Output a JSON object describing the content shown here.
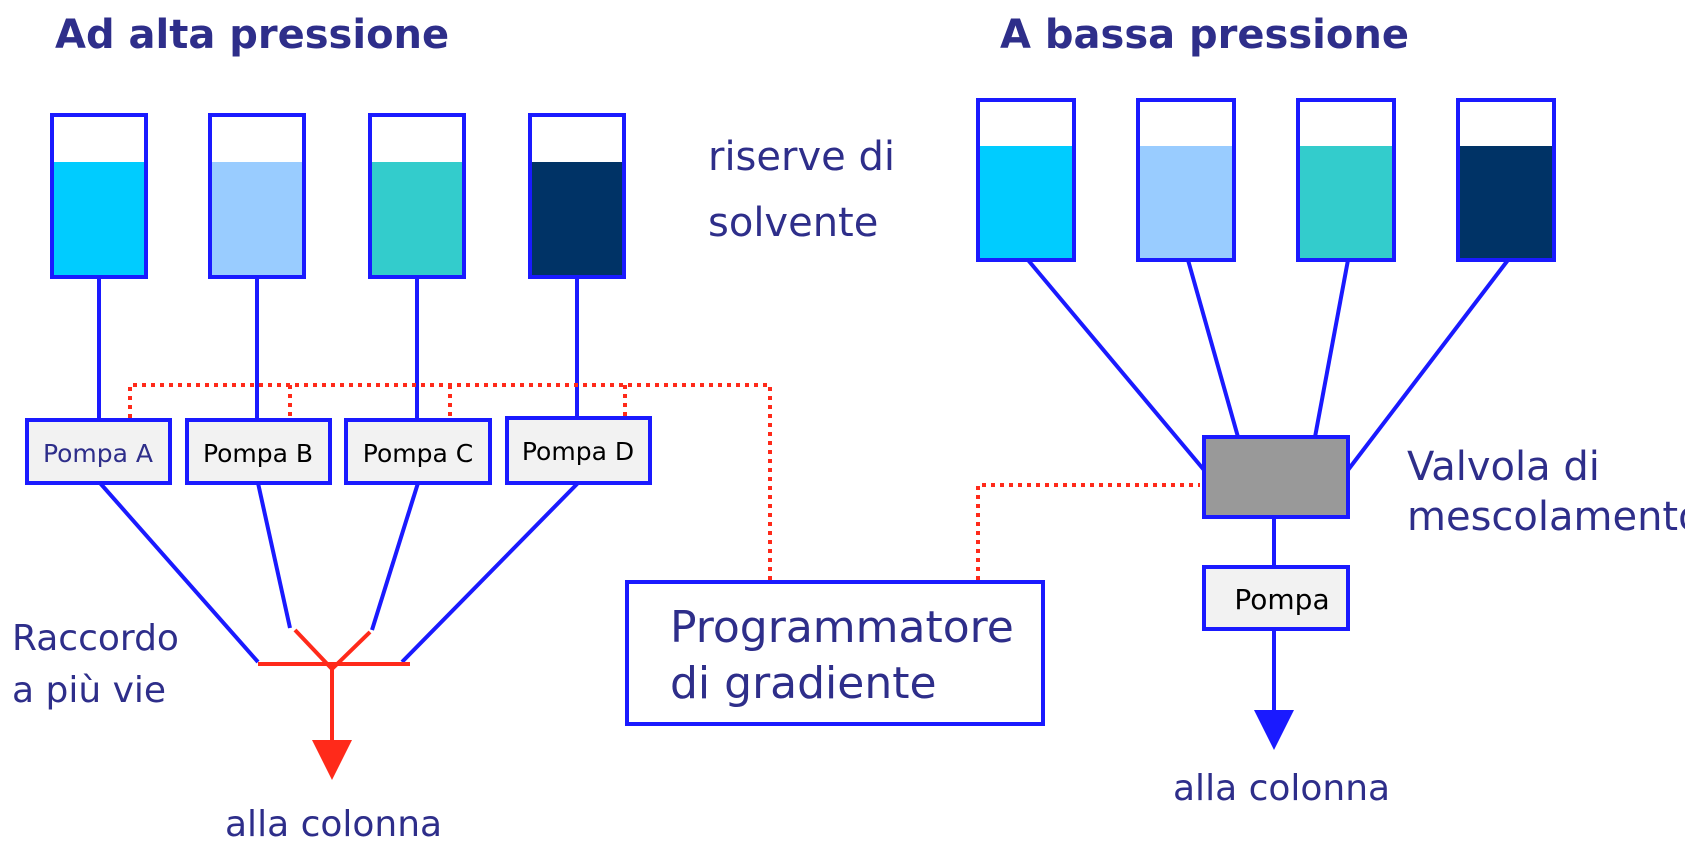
{
  "titles": {
    "high_pressure": "Ad alta pressione",
    "low_pressure": "A bassa pressione"
  },
  "labels": {
    "reservoirs": [
      "riserve di",
      "solvente"
    ],
    "pump_a": "Pompa A",
    "pump_b": "Pompa B",
    "pump_c": "Pompa C",
    "pump_d": "Pompa D",
    "multiway_fitting": [
      "Raccordo",
      "a più vie"
    ],
    "to_column_left": "alla colonna",
    "gradient_programmer": [
      "Programmatore",
      "di gradiente"
    ],
    "mixing_valve": [
      "Valvola di",
      "mescolamento"
    ],
    "pump": "Pompa",
    "to_column_right": "alla colonna"
  },
  "colors": {
    "line_blue": "#1a1aff",
    "dotted_red": "#ff2a1a",
    "text_navy": "#2e2e8a",
    "solvent_cyan": "#00ccff",
    "solvent_lightblue": "#99ccff",
    "solvent_teal": "#33cccc",
    "solvent_navy": "#003366",
    "valve_gray": "#999999"
  }
}
